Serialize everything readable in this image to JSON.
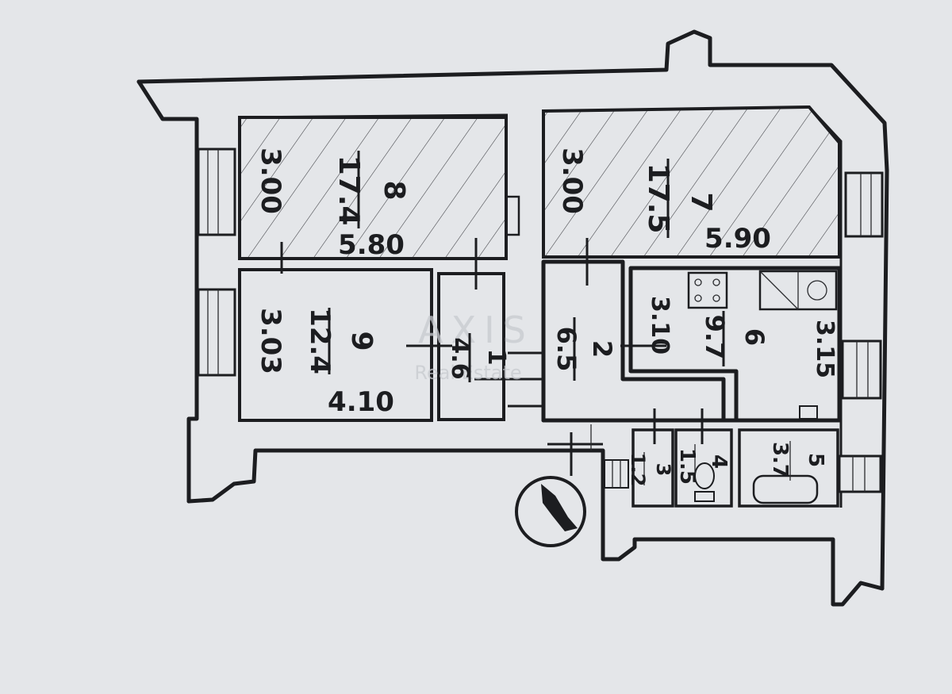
{
  "rooms": [
    {
      "id": "room-8",
      "number": "8",
      "area": "17.4",
      "width": "3.00",
      "length": "5.80"
    },
    {
      "id": "room-7",
      "number": "7",
      "area": "17.5",
      "width": "3.00",
      "length": "5.90"
    },
    {
      "id": "room-9",
      "number": "9",
      "area": "12.4",
      "width": "3.03",
      "length": "4.10"
    },
    {
      "id": "room-1",
      "number": "1",
      "area": "4.6"
    },
    {
      "id": "room-2",
      "number": "2",
      "area": "6.5"
    },
    {
      "id": "room-6",
      "number": "6",
      "area": "9.7",
      "width": "3.15",
      "length": "3.10"
    },
    {
      "id": "room-3",
      "number": "3",
      "area": "1.2"
    },
    {
      "id": "room-4",
      "number": "4",
      "area": "1.5"
    },
    {
      "id": "room-5",
      "number": "5",
      "area": "3.7"
    }
  ],
  "watermark": {
    "brand": "AXIS",
    "sub": "Real Estate"
  },
  "icons": {
    "north_marker": "compass-circle-icon",
    "stove": "stove-icon",
    "sink": "sink-icon",
    "bathtub": "bathtub-icon",
    "toilet": "toilet-icon"
  },
  "colors": {
    "ink": "#1c1d20",
    "paper": "#e4e6e9"
  }
}
